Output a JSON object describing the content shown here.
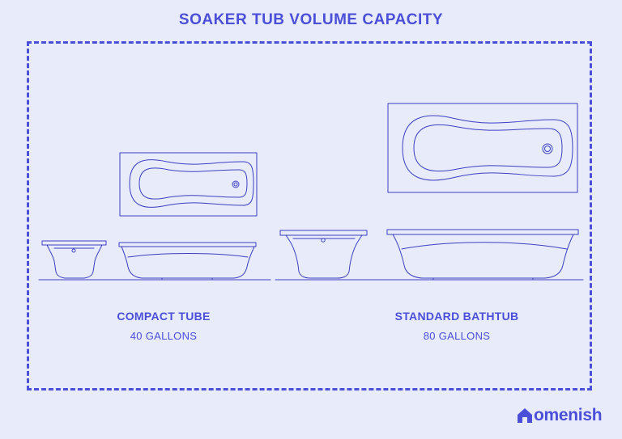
{
  "title": "SOAKER TUB VOLUME CAPACITY",
  "tubs": [
    {
      "name": "COMPACT TUBE",
      "volume": "40 GALLONS"
    },
    {
      "name": "STANDARD BATHTUB",
      "volume": "80 GALLONS"
    }
  ],
  "logo": {
    "text": "omenish",
    "icon": "house-h-icon"
  },
  "colors": {
    "accent": "#4b4fd8",
    "background": "#e8ebfa",
    "line": "#3c3fc0"
  }
}
